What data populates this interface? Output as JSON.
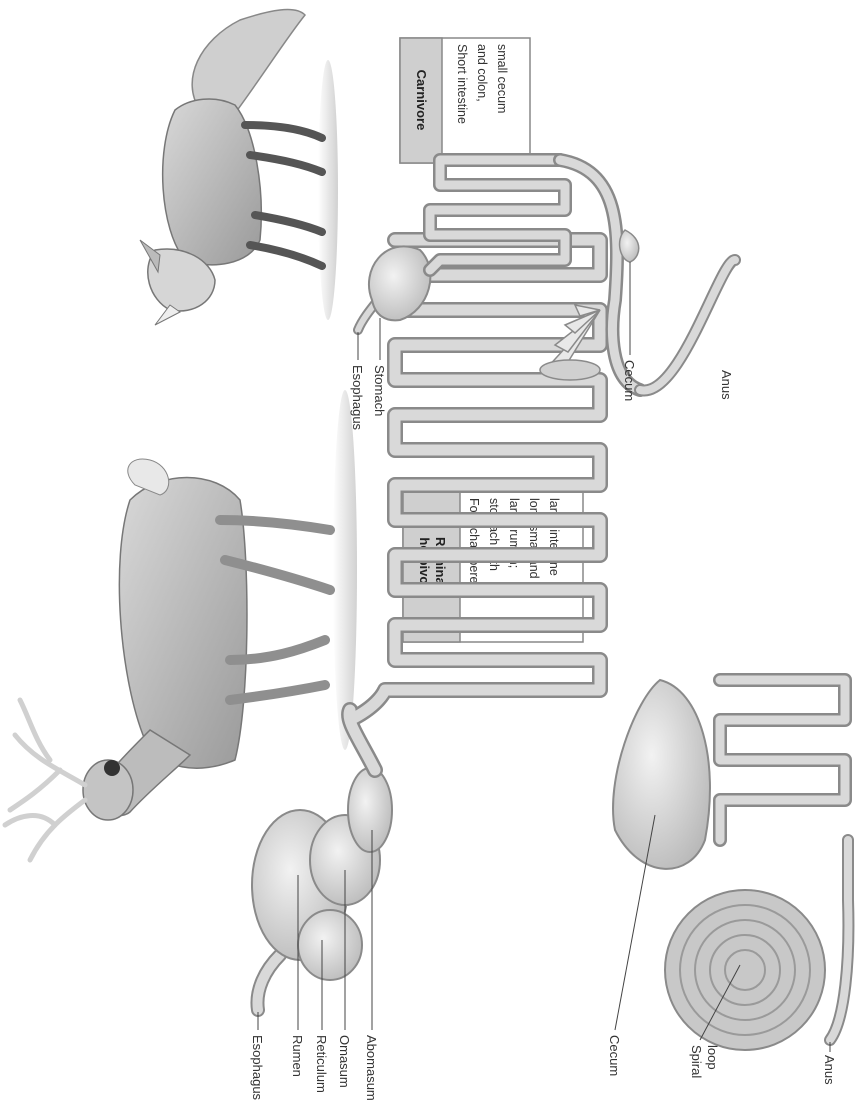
{
  "ruminant": {
    "box_title": [
      "Ruminant",
      "herbivore"
    ],
    "box_body": [
      "Four-chambered",
      "stomach with",
      "large rumen;",
      "long small and",
      "large intestine"
    ],
    "labels": {
      "esophagus": "Esophagus",
      "rumen": "Rumen",
      "reticulum": "Reticulum",
      "omasum": "Omasum",
      "abomasum": "Abomasum",
      "cecum": "Cecum",
      "spiral_loop": [
        "Spiral",
        "loop"
      ],
      "anus": "Anus"
    }
  },
  "carnivore": {
    "box_title": [
      "Carnivore"
    ],
    "box_body": [
      "Short intestine",
      "and colon,",
      "small cecum"
    ],
    "labels": {
      "esophagus": "Esophagus",
      "stomach": "Stomach",
      "cecum": "Cecum",
      "anus": "Anus"
    }
  },
  "colors": {
    "gut_fill": "#d9d9d9",
    "gut_stroke": "#8a8a8a",
    "box_fill": "#cfcfcf",
    "box_stroke": "#888888",
    "text": "#333333"
  }
}
